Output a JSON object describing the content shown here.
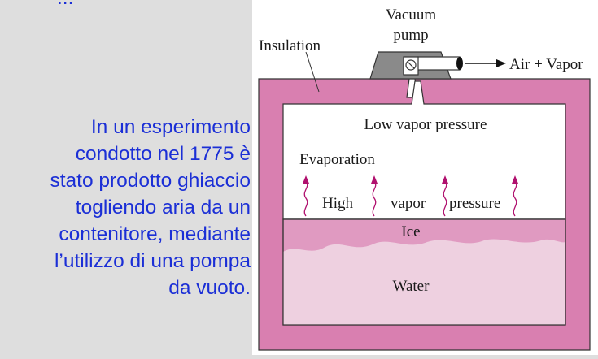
{
  "caption": {
    "top_fragment": "...",
    "lines": [
      "In un esperimento",
      "condotto nel 1775 è",
      "stato prodotto ghiaccio",
      "togliendo aria da un",
      "contenitore, mediante",
      "l’utilizzo di una pompa",
      "da vuoto."
    ],
    "color": "#1b2fd6"
  },
  "diagram": {
    "labels": {
      "vacuum_pump_line1": "Vacuum",
      "vacuum_pump_line2": "pump",
      "insulation": "Insulation",
      "air_vapor": "Air + Vapor",
      "low_vapor_pressure": "Low vapor pressure",
      "evaporation": "Evaporation",
      "high": "High",
      "vapor": "vapor",
      "pressure": "pressure",
      "ice": "Ice",
      "water": "Water"
    },
    "colors": {
      "insulation": "#d97fb0",
      "ice": "#e09ac1",
      "water": "#eed0e0",
      "pump": "#8a8a8a",
      "arrows": "#b0106e"
    }
  }
}
